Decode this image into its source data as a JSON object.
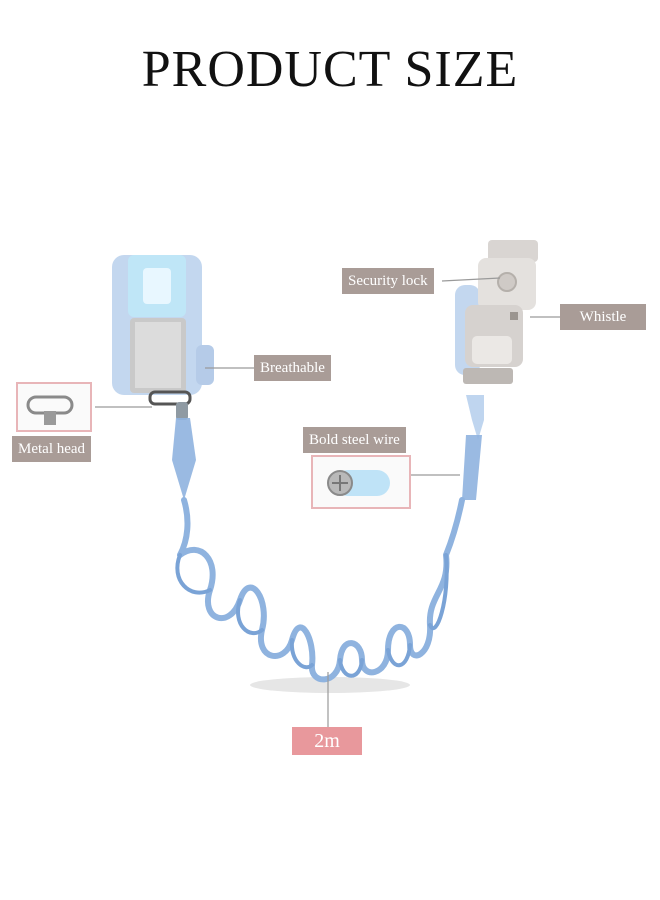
{
  "title": "PRODUCT SIZE",
  "labels": {
    "security_lock": "Security lock",
    "whistle": "Whistle",
    "breathable": "Breathable",
    "metal_head": "Metal head",
    "bold_steel_wire": "Bold steel wire",
    "length": "2m"
  },
  "colors": {
    "label_bg": "#a99c97",
    "length_bg": "#e8989c",
    "thumb_border": "#e8b5b8",
    "cord_blue": "#8fb3df",
    "strap_blue": "#c3d7ef",
    "buckle_grey": "#d9d5d2"
  }
}
